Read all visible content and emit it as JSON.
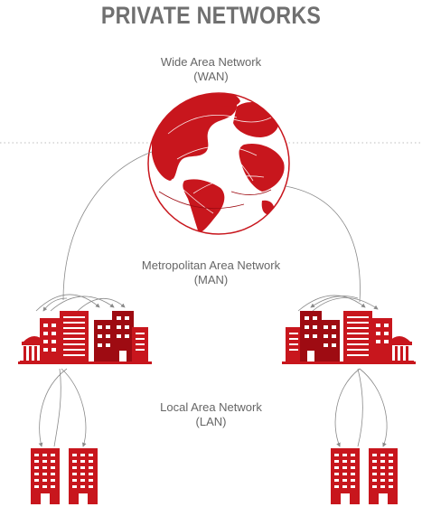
{
  "title": "PRIVATE NETWORKS",
  "levels": {
    "wan": {
      "name": "Wide Area Network",
      "abbr": "(WAN)"
    },
    "man": {
      "name": "Metropolitan Area Network",
      "abbr": "(MAN)"
    },
    "lan": {
      "name": "Local Area Network",
      "abbr": "(LAN)"
    }
  },
  "colors": {
    "accent": "#c8161d",
    "dark_red": "#9e0b12",
    "title": "#707070",
    "label": "#666666",
    "line": "#8a8a8a",
    "divider": "#bdbdbd"
  },
  "icons": [
    "globe-icon",
    "city-buildings-icon",
    "office-building-icon"
  ]
}
